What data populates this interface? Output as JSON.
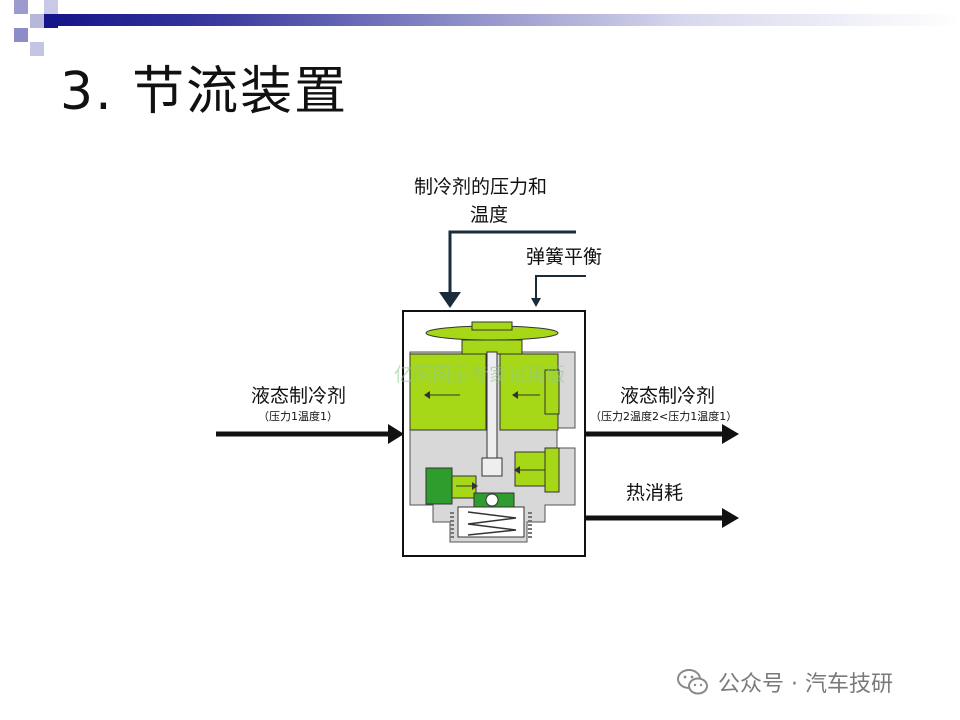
{
  "slide": {
    "title": "3. 节流装置"
  },
  "diagram": {
    "top_label_line1": "制冷剂的压力和",
    "top_label_line2": "温度",
    "spring_label": "弹簧平衡",
    "inlet_label": "液态制冷剂",
    "inlet_sub": "（压力1温度1）",
    "outlet_label": "液态制冷剂",
    "outlet_sub": "（压力2温度2<压力1温度1）",
    "heat_label": "热消耗",
    "watermark": "亿图图示专家试用版",
    "colors": {
      "valve_light": "#a6d818",
      "valve_dark": "#2e9d2e",
      "valve_gray": "#d8d8d8",
      "arrow_dark": "#111111",
      "arrow_navy": "#1a2b3c"
    }
  },
  "footer": {
    "text": "公众号 · 汽车技研",
    "icon": "wechat-icon"
  }
}
